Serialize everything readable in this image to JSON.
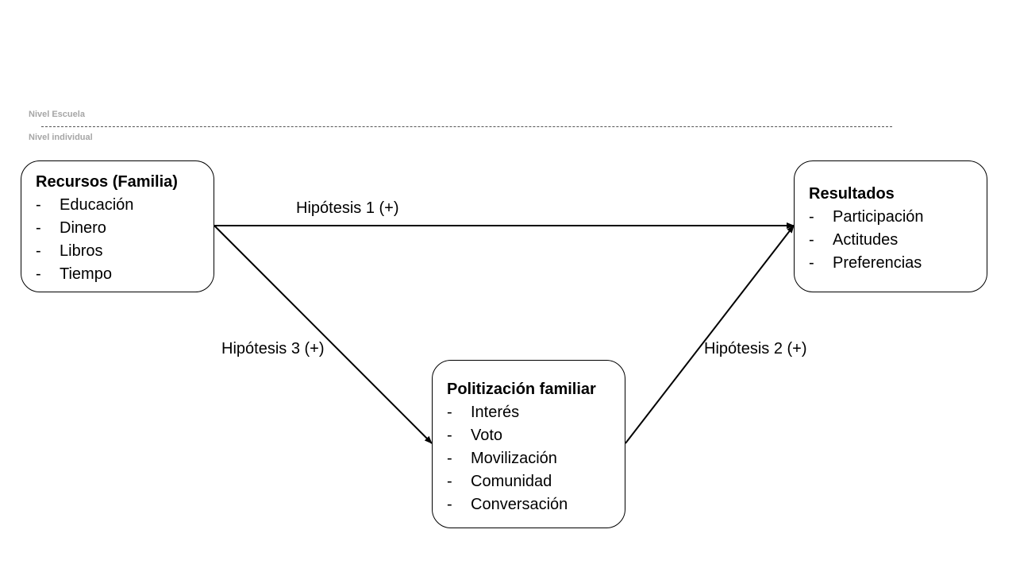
{
  "levels": {
    "school": "Nivel Escuela",
    "individual": "Nivel individual"
  },
  "boxes": {
    "resources": {
      "title": "Recursos (Familia)",
      "items": [
        "Educación",
        "Dinero",
        "Libros",
        "Tiempo"
      ]
    },
    "results": {
      "title": "Resultados",
      "items": [
        "Participación",
        "Actitudes",
        "Preferencias"
      ]
    },
    "politization": {
      "title": "Politización familiar",
      "items": [
        "Interés",
        "Voto",
        "Movilización",
        "Comunidad",
        "Conversación"
      ]
    }
  },
  "hypotheses": {
    "h1": "Hipótesis 1 (+)",
    "h2": "Hipótesis 2 (+)",
    "h3": "Hipótesis 3 (+)"
  },
  "bullet": "-"
}
